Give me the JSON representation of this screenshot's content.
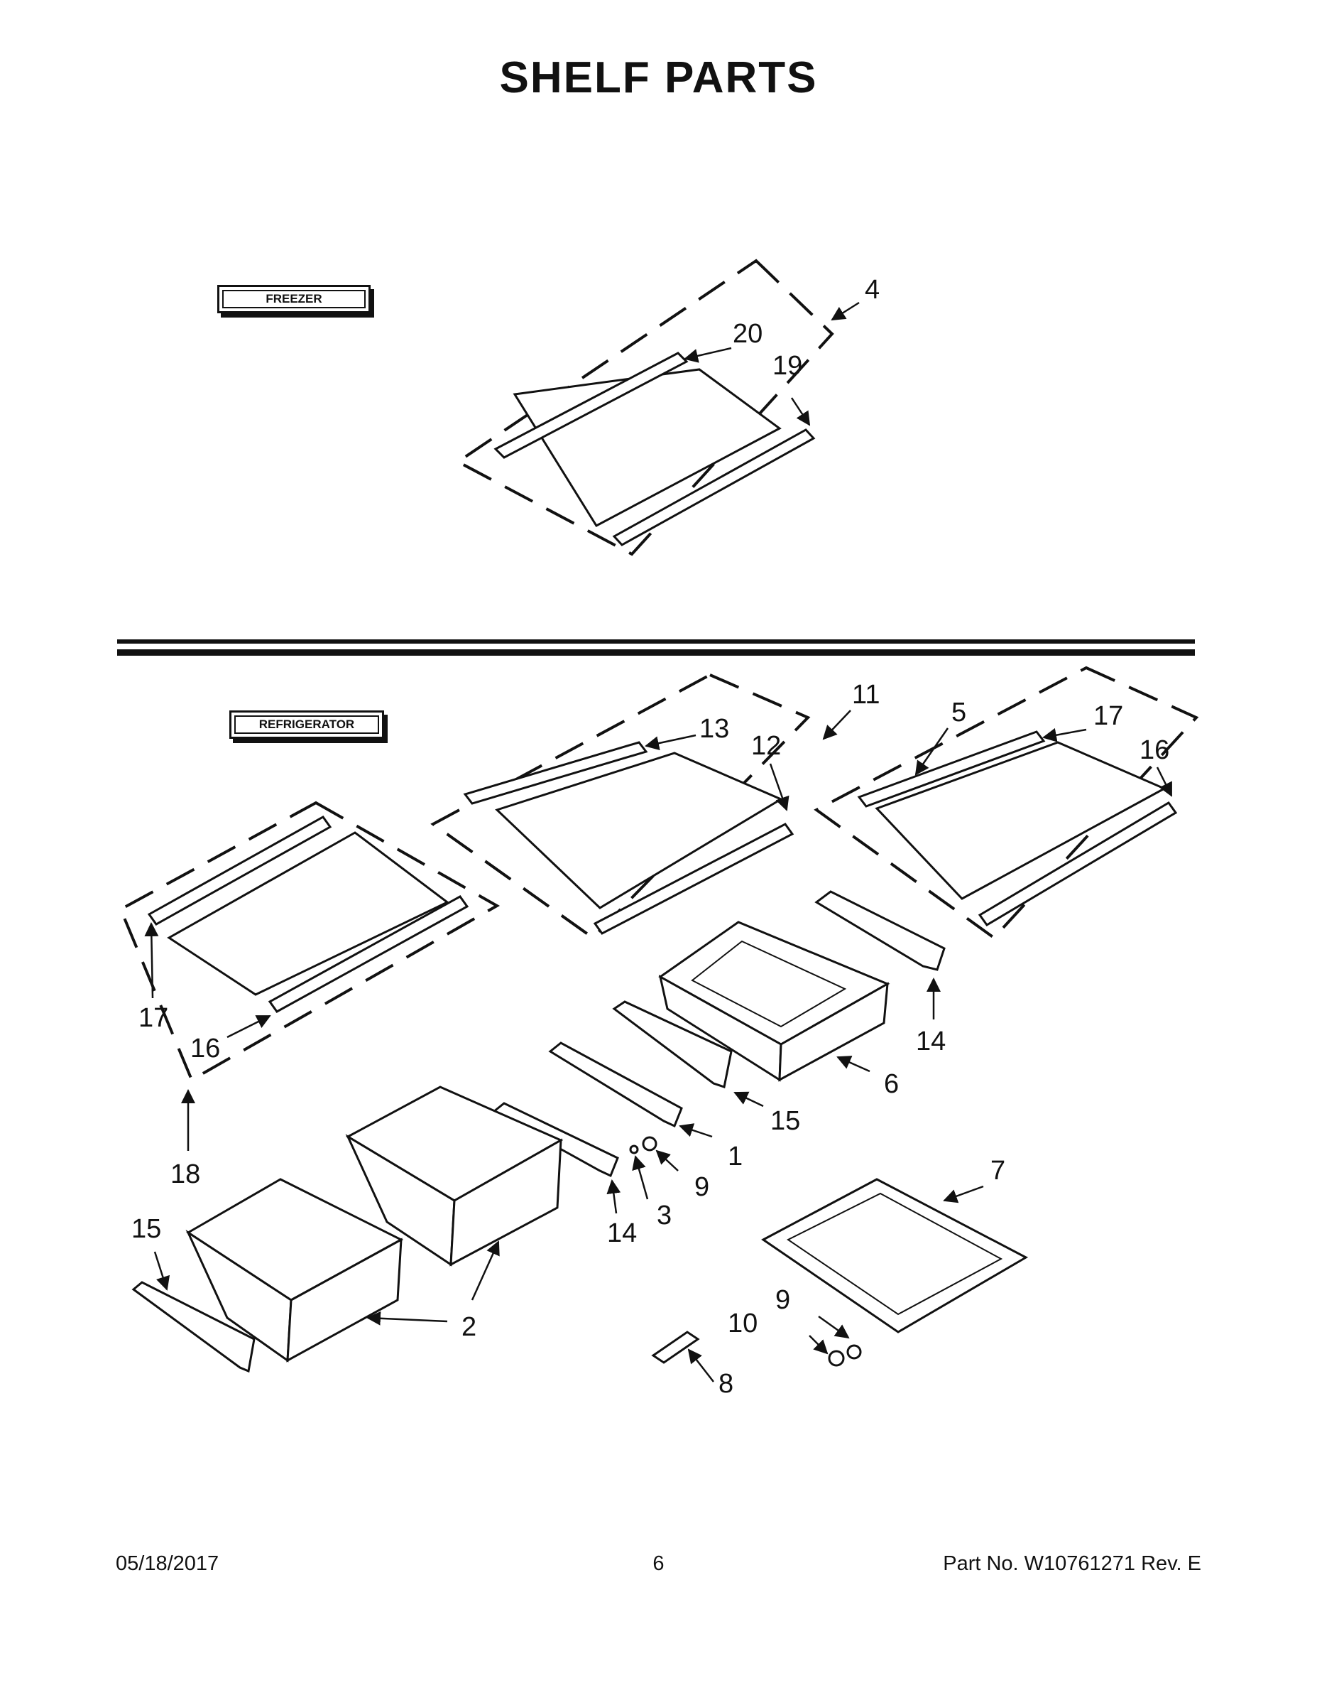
{
  "title": "SHELF PARTS",
  "sections": {
    "freezer": "FREEZER",
    "refrigerator": "REFRIGERATOR"
  },
  "callouts": [
    "4",
    "20",
    "19",
    "11",
    "13",
    "12",
    "5",
    "17",
    "16",
    "17",
    "16",
    "18",
    "14",
    "6",
    "15",
    "1",
    "9",
    "3",
    "14",
    "15",
    "2",
    "7",
    "9",
    "10",
    "8"
  ],
  "footer": {
    "date": "05/18/2017",
    "page": "6",
    "part_number": "Part No.  W10761271  Rev.  E"
  }
}
